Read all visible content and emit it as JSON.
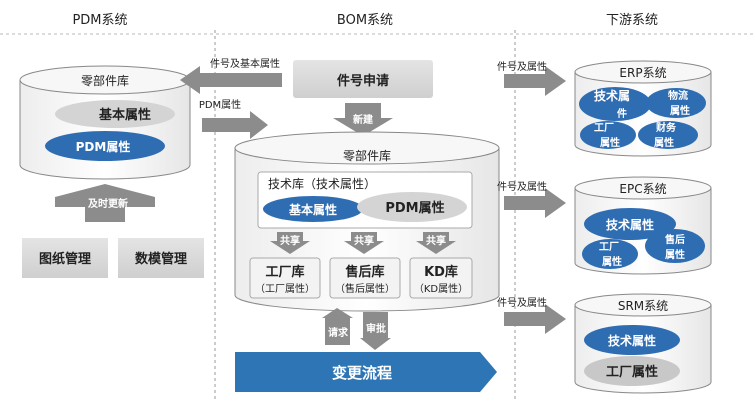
{
  "headers": {
    "pdm": "PDM系统",
    "bom": "BOM系统",
    "downstream": "下游系统"
  },
  "pdm": {
    "db_title": "零部件库",
    "basic_attr": "基本属性",
    "pdm_attr": "PDM属性",
    "timely_update": "及时更新",
    "drawing_mgmt": "图纸管理",
    "model_mgmt": "数模管理"
  },
  "bom": {
    "part_request": "件号申请",
    "new": "新建",
    "db_title": "零部件库",
    "tech_lib": "技术库（技术属性）",
    "basic_attr": "基本属性",
    "pdm_attr": "PDM属性",
    "share1": "共享",
    "share2": "共享",
    "share3": "共享",
    "factory_lib": "工厂库",
    "factory_attr": "（工厂属性）",
    "aftersales_lib": "售后库",
    "aftersales_attr": "（售后属性）",
    "kd_lib": "KD库",
    "kd_attr": "（KD属性）",
    "request": "请求",
    "approve": "审批",
    "change_flow": "变更流程"
  },
  "links": {
    "part_basic": "件号及基本属性",
    "pdm_attr": "PDM属性",
    "erp_link": "件号及属性",
    "epc_link": "件号及属性",
    "srm_link": "件号及属性"
  },
  "erp": {
    "title": "ERP系统",
    "tech_attr": "技术属",
    "tech_attr2": "件",
    "logistics": "物流",
    "logistics2": "属性",
    "factory": "工厂",
    "factory2": "属性",
    "finance": "财务",
    "finance2": "属性"
  },
  "epc": {
    "title": "EPC系统",
    "tech_attr": "技术属性",
    "factory": "工厂",
    "factory2": "属性",
    "aftersales": "售后",
    "aftersales2": "属性"
  },
  "srm": {
    "title": "SRM系统",
    "tech_attr": "技术属性",
    "factory_attr": "工厂属性"
  },
  "colors": {
    "blue": "#2f6db3",
    "gray": "#bfbfbf",
    "light": "#d9d9d9",
    "arrow": "#7f7f7f",
    "flow": "#2e75b6"
  }
}
